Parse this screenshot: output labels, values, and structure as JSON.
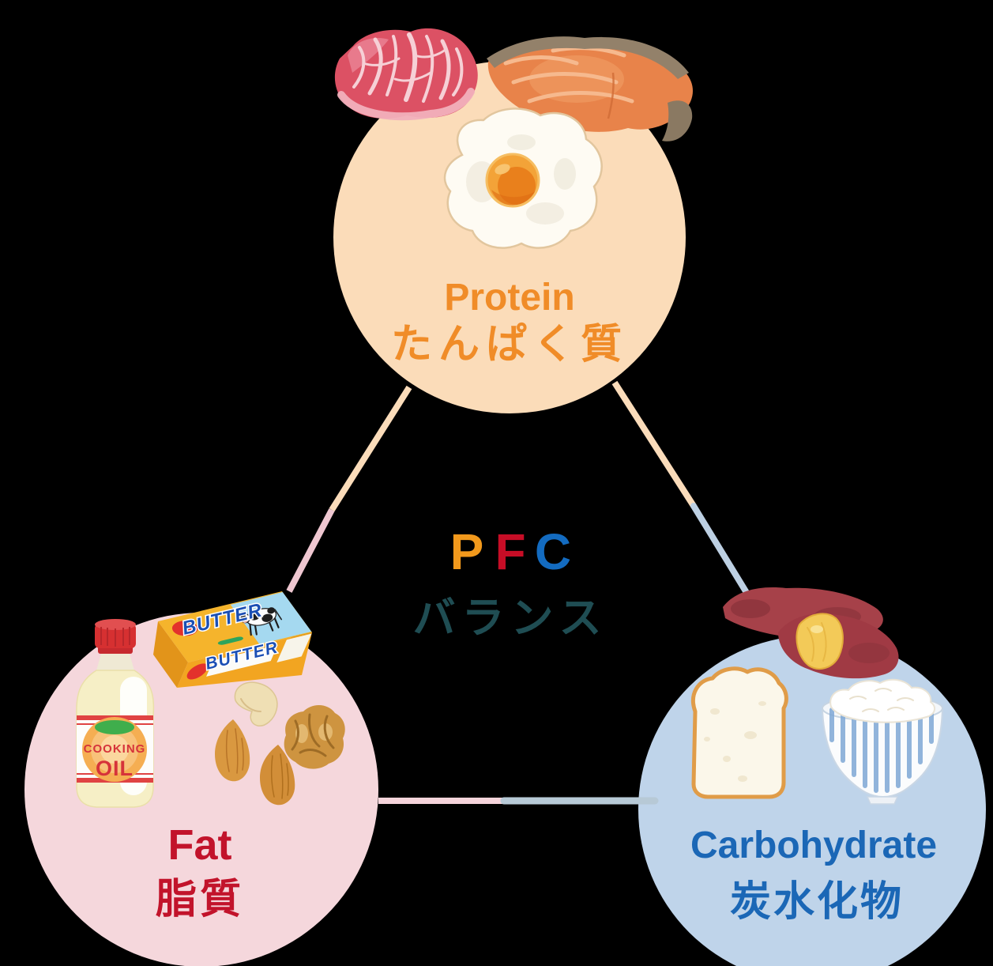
{
  "background_color": "#000000",
  "center": {
    "acronym": [
      {
        "letter": "P",
        "color": "#F2991C"
      },
      {
        "letter": "F",
        "color": "#C60D26"
      },
      {
        "letter": "C",
        "color": "#136BC0"
      }
    ],
    "subtitle": "バランス",
    "subtitle_color": "#1F4D53"
  },
  "nodes": {
    "protein": {
      "en": "Protein",
      "ja": "たんぱく質",
      "text_color": "#F08C28",
      "circle_color": "#FBDCB9",
      "foods": [
        "beef-steak-icon",
        "salmon-icon",
        "fried-egg-icon"
      ]
    },
    "fat": {
      "en": "Fat",
      "ja": "脂質",
      "text_color": "#C2132B",
      "circle_color": "#F5D7DC",
      "foods": [
        "oil-bottle-icon",
        "butter-box-icon",
        "cashew-icon",
        "almond-icon",
        "walnut-icon"
      ]
    },
    "carbohydrate": {
      "en": "Carbohydrate",
      "ja": "炭水化物",
      "text_color": "#1B67B6",
      "circle_color": "#BFD4EA",
      "foods": [
        "sweet-potato-icon",
        "bread-icon",
        "rice-bowl-icon"
      ]
    }
  },
  "packaging_text": {
    "butter_top": "BUTTER",
    "butter_front": "BUTTER",
    "oil_line1": "COOKING",
    "oil_line2": "OIL"
  },
  "connector_colors": {
    "protein_side": "#FBDCBA",
    "fat_side": "#EFC7D1",
    "carb_side": "#BDD0E3",
    "bottom_pink": "#F5D4DB",
    "bottom_blue": "#B7C9D6"
  }
}
